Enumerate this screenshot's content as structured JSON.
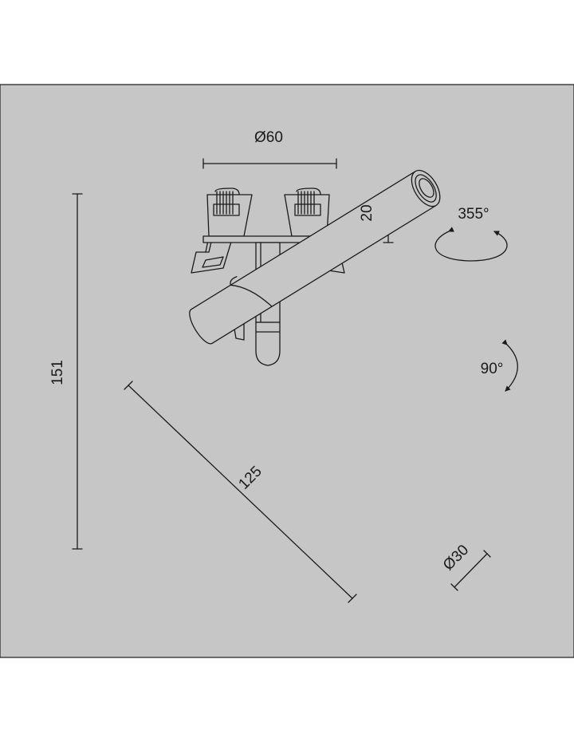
{
  "dimensions": {
    "mount_diameter": "Ø60",
    "mount_height": "20",
    "overall_height": "151",
    "body_length": "125",
    "body_diameter": "Ø30"
  },
  "rotations": {
    "horizontal": "355°",
    "vertical": "90°"
  },
  "colors": {
    "panel": "#c6c6c6",
    "line": "#1a1a1a",
    "background": "#ffffff"
  }
}
